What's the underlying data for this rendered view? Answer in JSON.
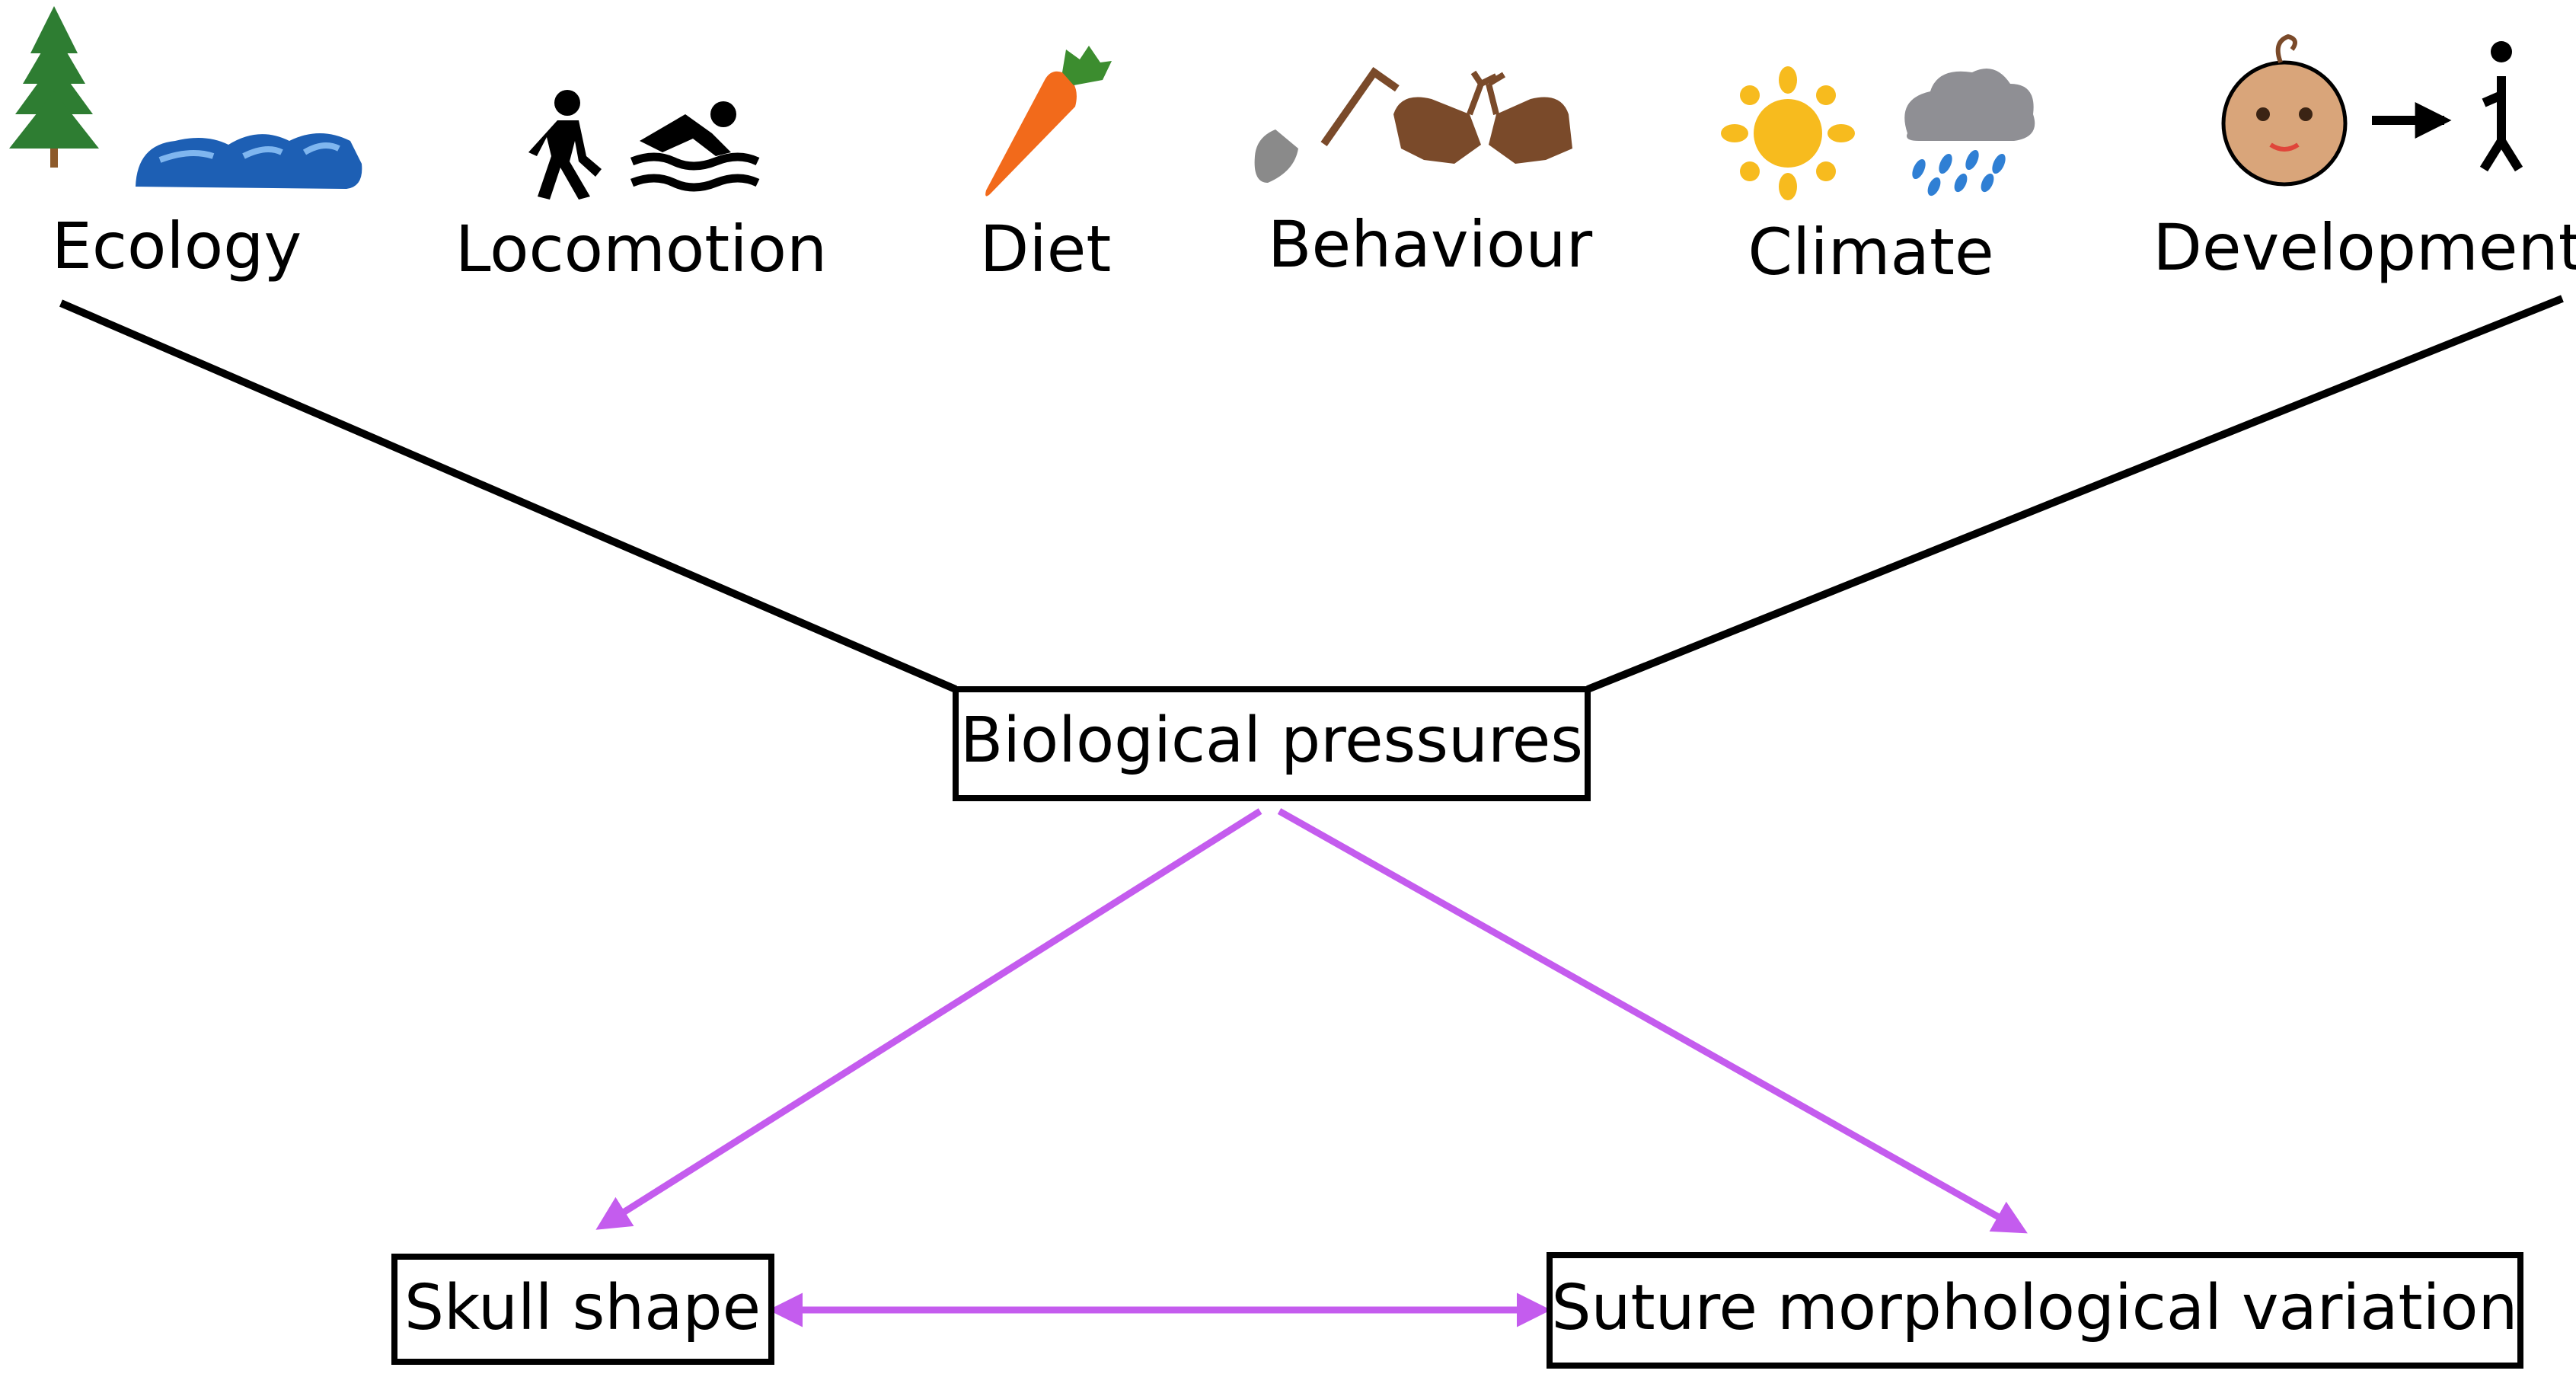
{
  "factors": [
    {
      "label": "Ecology",
      "icons": [
        "tree-icon",
        "water-wave-icon"
      ]
    },
    {
      "label": "Locomotion",
      "icons": [
        "walking-person-icon",
        "swimmer-icon"
      ]
    },
    {
      "label": "Diet",
      "icons": [
        "carrot-icon"
      ]
    },
    {
      "label": "Behaviour",
      "icons": [
        "shovel-icon",
        "fighting-animals-icon"
      ]
    },
    {
      "label": "Climate",
      "icons": [
        "sun-icon",
        "rain-cloud-icon"
      ]
    },
    {
      "label": "Development",
      "icons": [
        "baby-face-icon",
        "arrow-right-icon",
        "stick-figure-icon"
      ]
    }
  ],
  "nodes": {
    "center": "Biological pressures",
    "left": "Skull shape",
    "right": "Suture morphological variation"
  },
  "colors": {
    "line": "#000000",
    "arrow": "#c45cee",
    "tree": "#2e7d32",
    "trunk": "#8d5a2b",
    "water": "#1d5fb4",
    "carrot": "#f26a1b",
    "carrot_leaf": "#3c8d2f",
    "sun": "#f7bb1e",
    "cloud": "#8f8f94",
    "rain": "#2f7fd4",
    "skin": "#d9a57a",
    "brown": "#7a4a2a"
  }
}
